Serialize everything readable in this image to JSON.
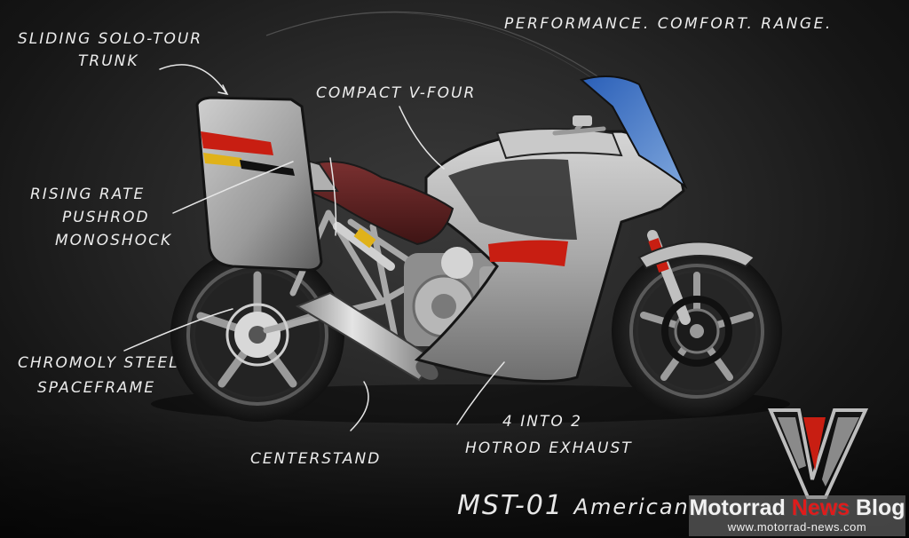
{
  "tagline": "Performance. Comfort. Range.",
  "annotations": {
    "trunk_line1": "Sliding Solo-Tour",
    "trunk_line2": "Trunk",
    "engine": "Compact V-Four",
    "shock_line1": "Rising Rate",
    "shock_line2": "Pushrod",
    "shock_line3": "Monoshock",
    "frame_line1": "Chromoly Steel",
    "frame_line2": "Spaceframe",
    "centerstand": "Centerstand",
    "exhaust_line1": "4 into 2",
    "exhaust_line2": "Hotrod Exhaust"
  },
  "model_title_a": "MST-01",
  "model_title_b": "American",
  "watermark": {
    "brand_part1": "Motorrad ",
    "brand_part2": "News",
    "brand_part3": " Blog",
    "url": "www.motorrad-news.com"
  },
  "colors": {
    "background": "#1c1c1c",
    "body_silver": "#b9b9b9",
    "seat": "#5a1f1f",
    "accent_red": "#c81e12",
    "accent_yellow": "#e0b21a",
    "windscreen": "#3a6fc4",
    "watermark_red": "#e01b1b"
  }
}
